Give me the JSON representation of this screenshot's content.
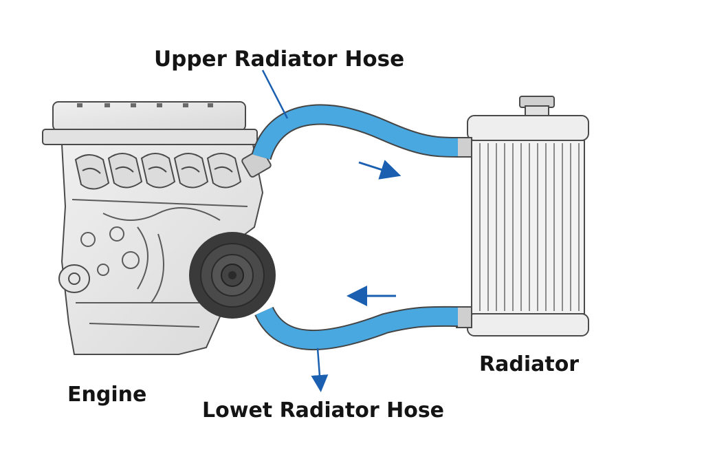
{
  "labels": {
    "upper_hose": "Upper Radiator Hose",
    "lower_hose": "Lowet Radiator Hose",
    "engine": "Engine",
    "radiator": "Radiator"
  },
  "colors": {
    "hose": "#4aa8e0",
    "arrow": "#1a5fb0",
    "engine_fill": "#e6e6e6",
    "engine_stroke": "#4a4a4a",
    "pulley": "#3a3a3a",
    "radiator_fill": "#eeeeee",
    "background": "#ffffff"
  },
  "flow_direction": {
    "upper_hose": "engine-to-radiator",
    "lower_hose": "radiator-to-engine"
  }
}
